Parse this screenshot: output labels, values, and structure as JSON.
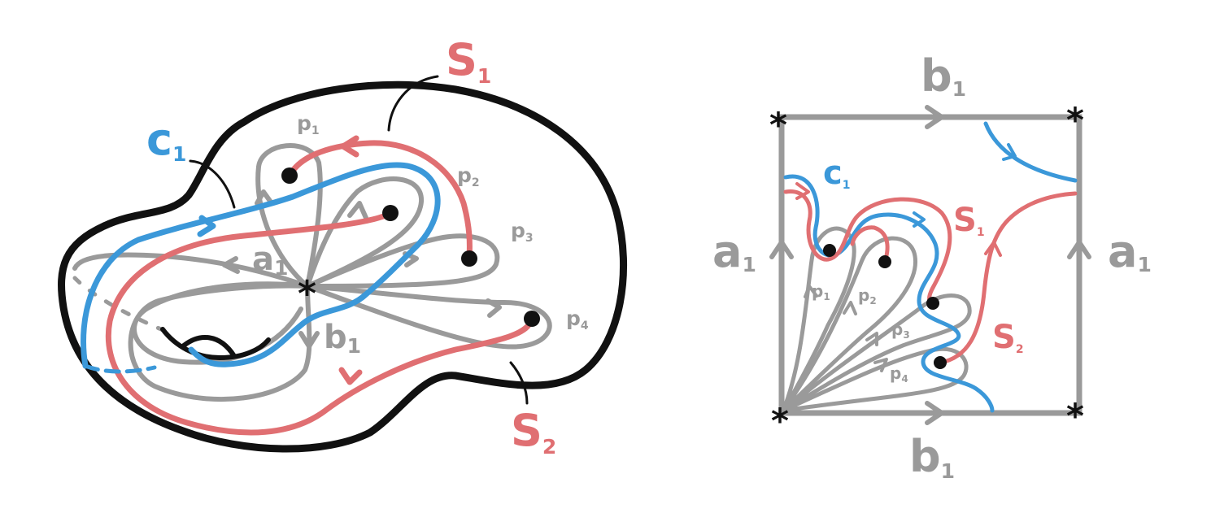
{
  "colors": {
    "gray": "#9a9a9a",
    "blue": "#3b98d9",
    "red": "#e06f72",
    "black": "#111111"
  },
  "surface": {
    "curve_c": "c",
    "curve_c_sub": "1",
    "curve_s1": "S",
    "curve_s1_sub": "1",
    "curve_s2": "S",
    "curve_s2_sub": "2",
    "loop_a": "a",
    "loop_a_sub": "1",
    "loop_b": "b",
    "loop_b_sub": "1",
    "p1": "p",
    "p1_sub": "1",
    "p2": "p",
    "p2_sub": "2",
    "p3": "p",
    "p3_sub": "3",
    "p4": "p",
    "p4_sub": "4",
    "basepoint": "*"
  },
  "square": {
    "top_label": "b",
    "top_label_sub": "1",
    "bottom_label": "b",
    "bottom_label_sub": "1",
    "left_label": "a",
    "left_label_sub": "1",
    "right_label": "a",
    "right_label_sub": "1",
    "curve_c": "c",
    "curve_c_sub": "1",
    "curve_s1": "S",
    "curve_s1_sub": "1",
    "curve_s2": "S",
    "curve_s2_sub": "2",
    "p1": "p",
    "p1_sub": "1",
    "p2": "p",
    "p2_sub": "2",
    "p3": "p",
    "p3_sub": "3",
    "p4": "p",
    "p4_sub": "4",
    "corner": "*"
  }
}
